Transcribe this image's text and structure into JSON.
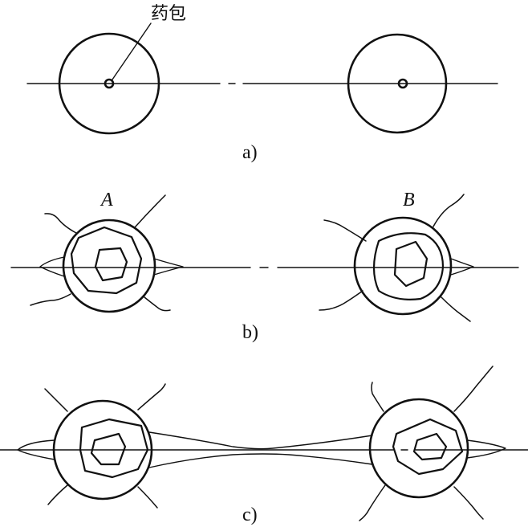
{
  "labels": {
    "charge": "药包",
    "panel_a": "a)",
    "panel_b": "b)",
    "panel_c": "c)",
    "hole_a": "A",
    "hole_b": "B"
  },
  "colors": {
    "stroke": "#111111",
    "background": "#ffffff"
  }
}
